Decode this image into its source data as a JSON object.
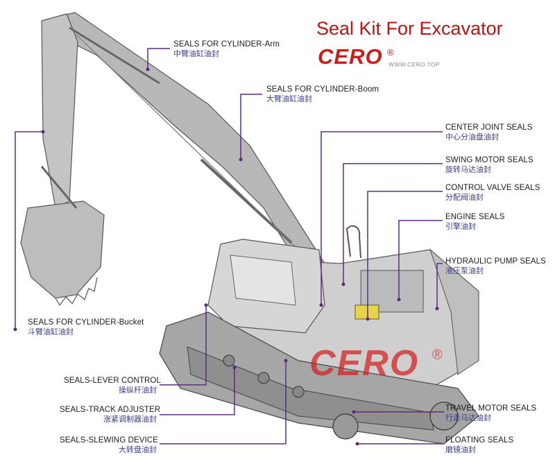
{
  "header": {
    "title": "Seal Kit For Excavator",
    "brand": "CERO",
    "brand_mark": "®",
    "website": "WWW.CERO.TOP"
  },
  "watermark": {
    "text": "CERO",
    "mark": "®"
  },
  "colors": {
    "leader_line": "#5b2a82",
    "title_red": "#c01010",
    "machine_gray": "#9a9a9a",
    "chinese_text": "#3b3b8a"
  },
  "callouts": [
    {
      "key": "arm",
      "en": "SEALS FOR CYLINDER-Arm",
      "zh": "中臂油缸油封"
    },
    {
      "key": "boom",
      "en": "SEALS FOR CYLINDER-Boom",
      "zh": "大臂油缸油封"
    },
    {
      "key": "center_joint",
      "en": "CENTER JOINT SEALS",
      "zh": "中心分油盘油封"
    },
    {
      "key": "swing_motor",
      "en": "SWING MOTOR SEALS",
      "zh": "旋转马达油封"
    },
    {
      "key": "control_valve",
      "en": "CONTROL VALVE SEALS",
      "zh": "分配阀油封"
    },
    {
      "key": "engine",
      "en": "ENGINE SEALS",
      "zh": "引擎油封"
    },
    {
      "key": "hydraulic_pump",
      "en": "HYDRAULIC PUMP SEALS",
      "zh": "液压泵油封"
    },
    {
      "key": "bucket",
      "en": "SEALS FOR CYLINDER-Bucket",
      "zh": "斗臂油缸油封"
    },
    {
      "key": "lever_control",
      "en": "SEALS-LEVER CONTROL",
      "zh": "操纵杆油封"
    },
    {
      "key": "track_adjuster",
      "en": "SEALS-TRACK ADJUSTER",
      "zh": "涨紧调制器油封"
    },
    {
      "key": "slewing_device",
      "en": "SEALS-SLEWING DEVICE",
      "zh": "大转盘油封"
    },
    {
      "key": "travel_motor",
      "en": "TRAVEL MOTOR SEALS",
      "zh": "行走马达油封"
    },
    {
      "key": "floating",
      "en": "FLOATING SEALS",
      "zh": "磨镜油封"
    }
  ]
}
